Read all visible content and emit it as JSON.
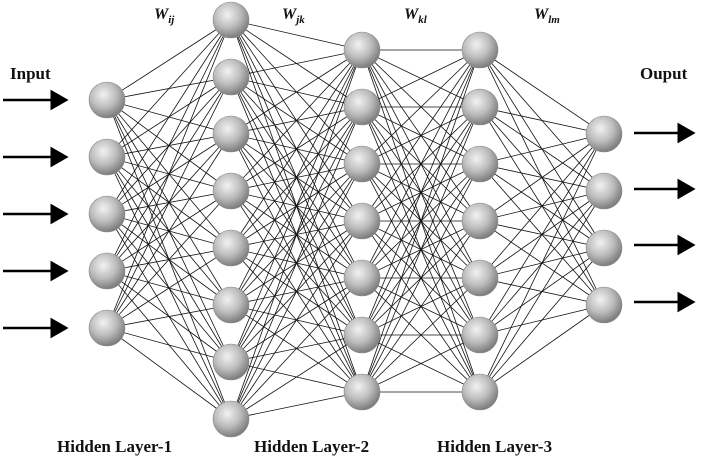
{
  "input_label": "Input",
  "output_label": "Ouput",
  "weights": [
    {
      "letter": "W",
      "sub": "ij"
    },
    {
      "letter": "W",
      "sub": "jk"
    },
    {
      "letter": "W",
      "sub": "kl"
    },
    {
      "letter": "W",
      "sub": "lm"
    }
  ],
  "layer_labels": [
    "Hidden Layer-1",
    "Hidden Layer-2",
    "Hidden Layer-3"
  ],
  "layer_sizes": [
    5,
    8,
    7,
    7,
    4
  ],
  "input_arrows": 5,
  "output_arrows": 4,
  "colors": {
    "node_light": "#f2f2f2",
    "node_mid": "#bdbdbd",
    "node_dark": "#7d7d7d",
    "line": "#111111"
  }
}
